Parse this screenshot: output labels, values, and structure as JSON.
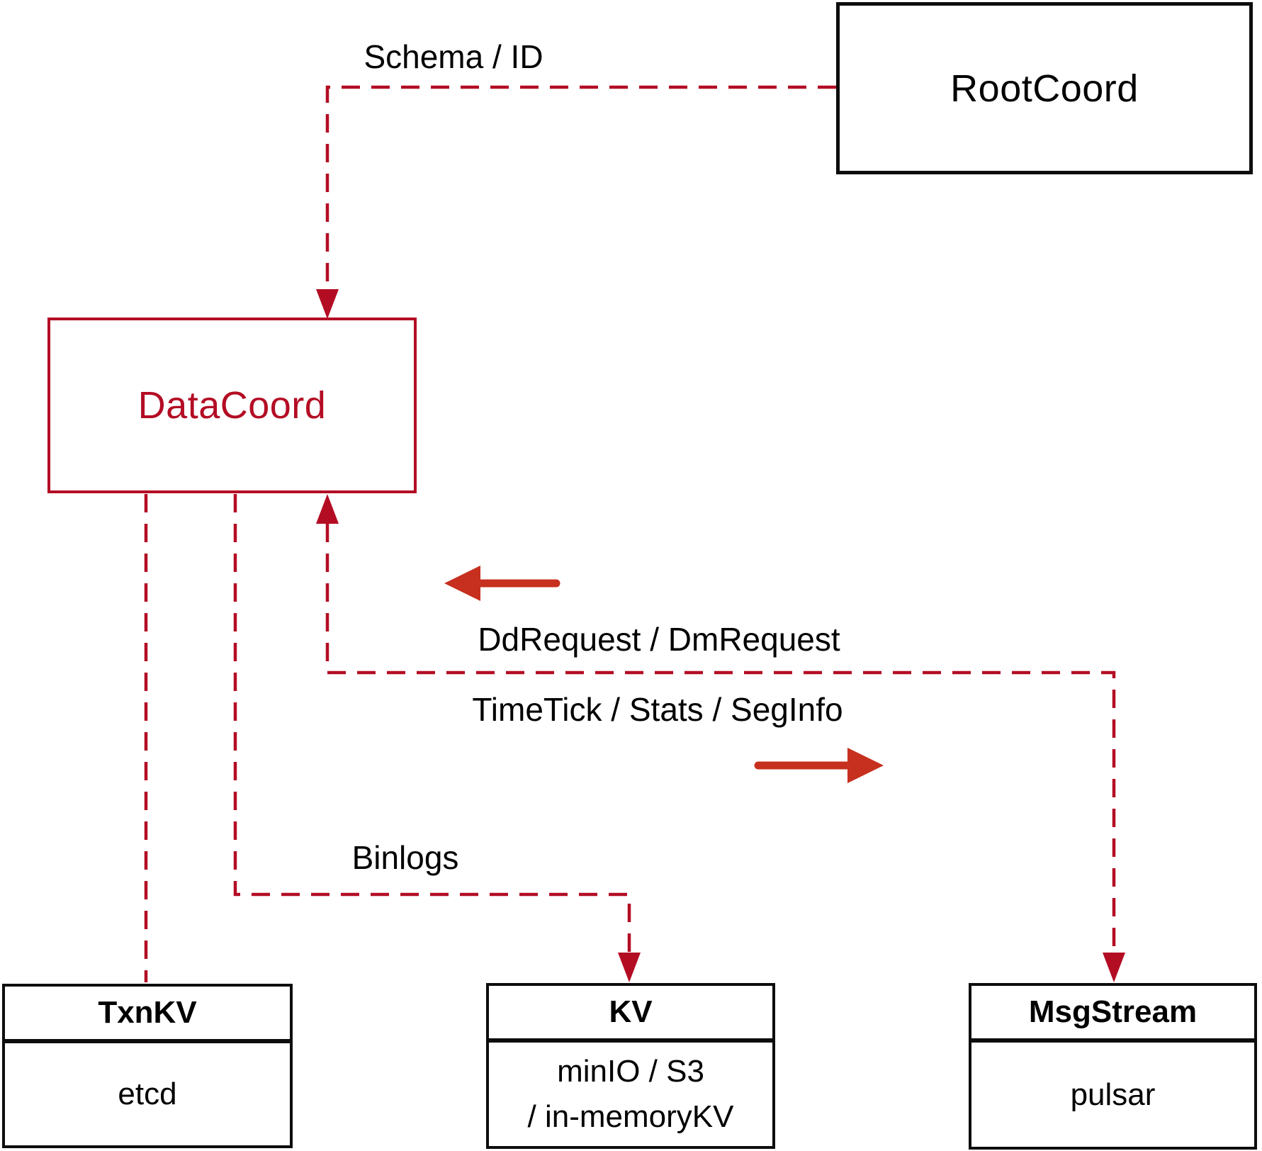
{
  "nodes": {
    "root_coord": {
      "label": "RootCoord"
    },
    "data_coord": {
      "label": "DataCoord"
    },
    "txn_kv": {
      "title": "TxnKV",
      "impl": "etcd"
    },
    "kv": {
      "title": "KV",
      "impl_line1": "minIO / S3",
      "impl_line2": "/ in-memoryKV"
    },
    "msg_stream": {
      "title": "MsgStream",
      "impl": "pulsar"
    }
  },
  "edge_labels": {
    "schema_id": "Schema / ID",
    "dd_request": "DdRequest / DmRequest",
    "time_tick": "TimeTick / Stats / SegInfo",
    "binlogs": "Binlogs"
  },
  "colors": {
    "dashed_line_red": "#b30d24",
    "solid_arrow_red": "#c7301e",
    "box_border_black": "#0d0d0d",
    "datacoord_red": "#b30d24",
    "text_black": "#000000"
  }
}
